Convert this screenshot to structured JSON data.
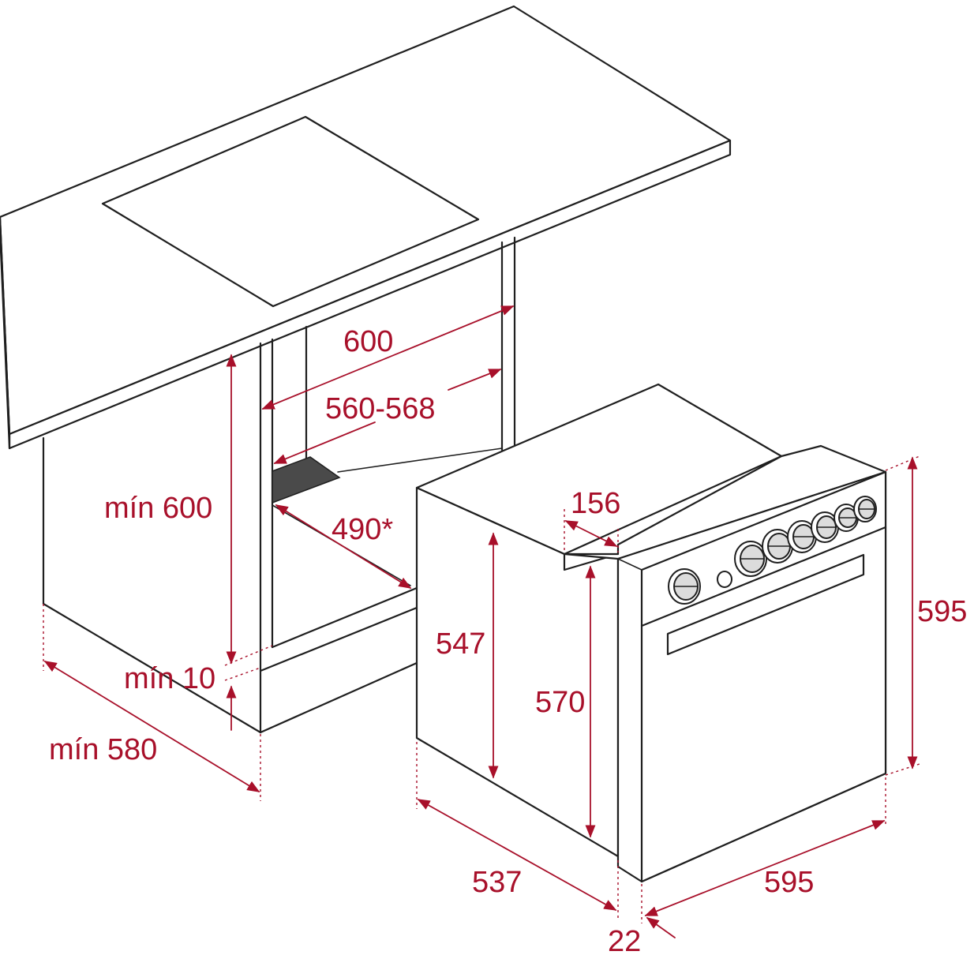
{
  "colors": {
    "outline": "#1f1f1f",
    "dimension": "#a8102a",
    "background": "#ffffff",
    "vent": "#4a4a4a"
  },
  "dimensions": {
    "cabinet_width": "600",
    "niche_width": "560-568",
    "niche_depth": "490*",
    "min_height": "mín 600",
    "min_gap": "mín 10",
    "min_depth": "mín 580",
    "top_recess": "156",
    "side_height": "547",
    "body_height": "570",
    "total_height": "595",
    "body_depth": "537",
    "front_width": "595",
    "door_thickness": "22"
  },
  "oven": {
    "knob_count": 7,
    "has_indicator_light": true,
    "has_handle": true
  }
}
